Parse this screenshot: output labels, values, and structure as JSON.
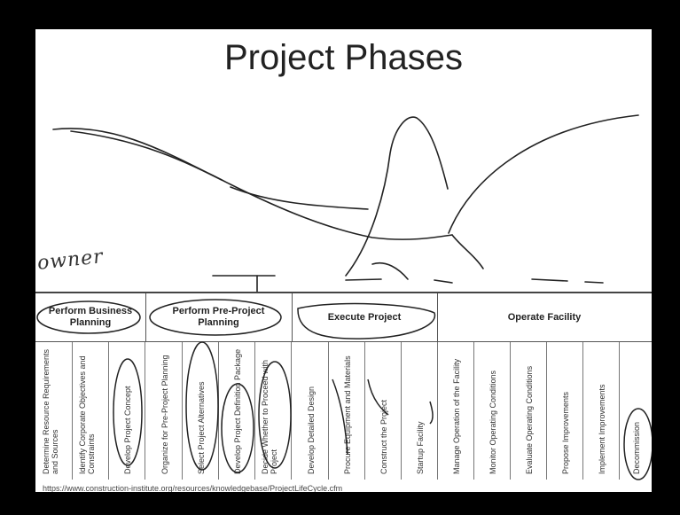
{
  "slide": {
    "title": "Project Phases",
    "annotation": "owner",
    "phases": [
      {
        "label": "Perform Business Planning"
      },
      {
        "label": "Perform Pre-Project Planning"
      },
      {
        "label": "Execute Project"
      },
      {
        "label": "Operate Facility"
      }
    ],
    "steps": [
      "Determine Resource Requirements and Sources",
      "Identify Corporate Objectives and Constraints",
      "Develop Project Concept",
      "Organize for Pre-Project Planning",
      "Select Project Alternatives",
      "Develop Project Definition Package",
      "Decide Whether to Proceed with Project",
      "Develop Detailed Design",
      "Procure Equipment and Materials",
      "Construct the Project",
      "Startup Facility",
      "Manage Operation of the Facility",
      "Monitor Operating Conditions",
      "Evaluate Operating Conditions",
      "Propose Improvements",
      "Implement Improvements",
      "Decommission"
    ],
    "source_url": "https://www.construction-institute.org/resources/knowledgebase/ProjectLifeCycle.cfm"
  }
}
